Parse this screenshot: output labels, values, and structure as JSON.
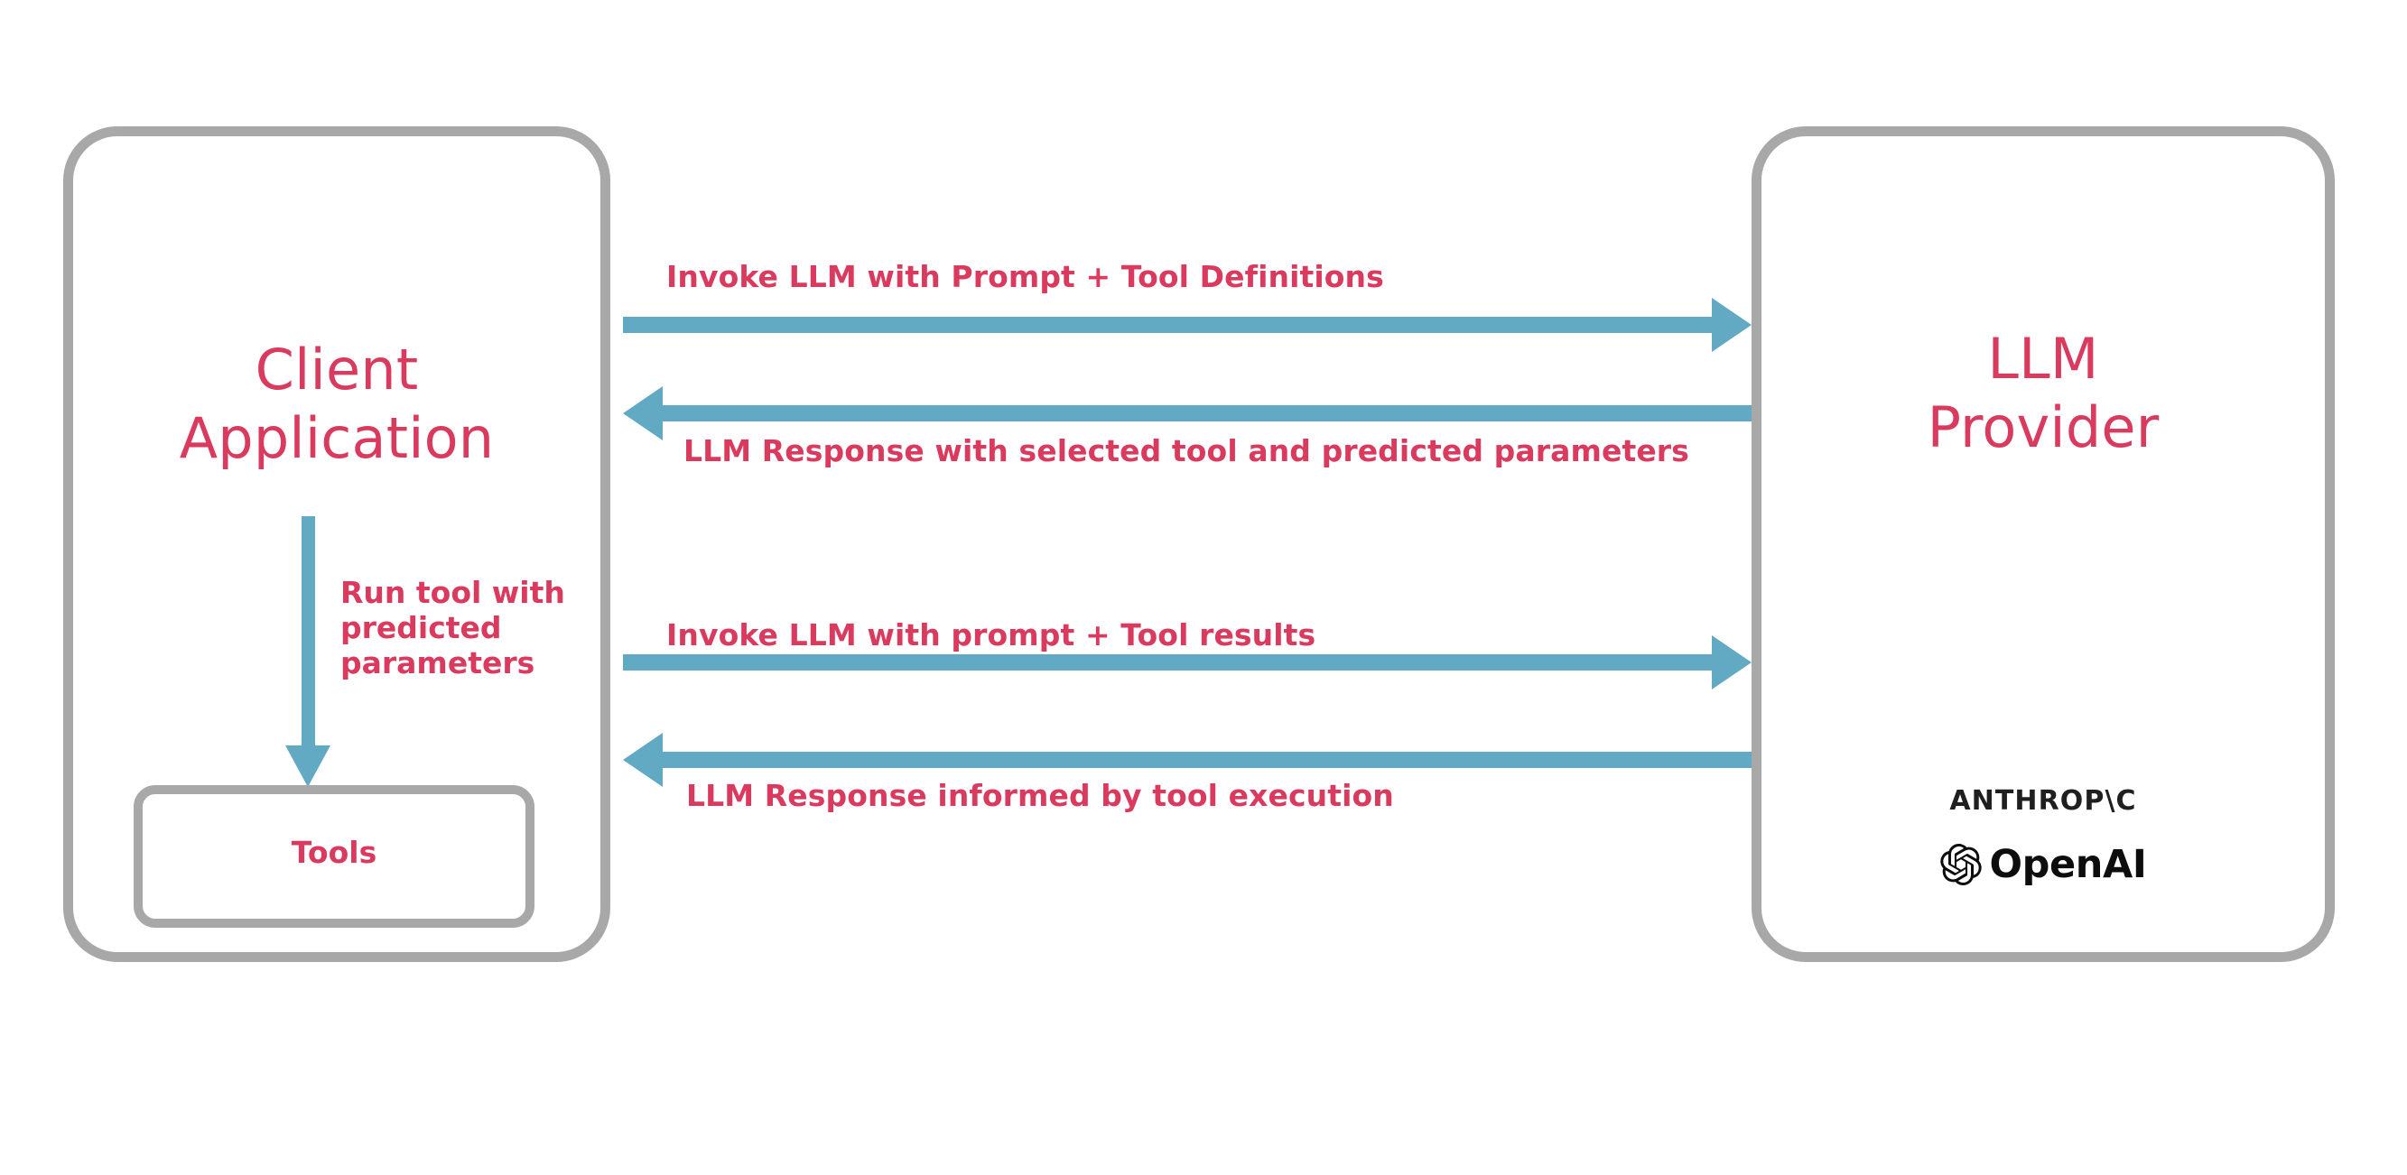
{
  "diagram": {
    "title": "LLM tool-calling sequence between client application and LLM provider",
    "colors": {
      "accent_text": "#d93a5e",
      "arrow": "#62aac4",
      "box_border": "#a8a8a8",
      "logo_text": "#1f1f1f",
      "background": "#ffffff"
    },
    "nodes": {
      "client": {
        "label": "Client\nApplication",
        "inner": {
          "label": "Tools"
        }
      },
      "provider": {
        "label": "LLM\nProvider",
        "logos": [
          {
            "name": "anthropic-logo",
            "text": "ANTHROP\\C"
          },
          {
            "name": "openai-logo",
            "text": "OpenAI"
          }
        ]
      }
    },
    "edges": [
      {
        "id": "invoke-1",
        "label": "Invoke LLM with Prompt + Tool Definitions",
        "direction": "right",
        "from": "client",
        "to": "provider"
      },
      {
        "id": "response-1",
        "label": "LLM Response with selected tool and predicted parameters",
        "direction": "left",
        "from": "provider",
        "to": "client"
      },
      {
        "id": "run-tool",
        "label": "Run tool with\npredicted\nparameters",
        "direction": "down",
        "from": "client",
        "to": "tools"
      },
      {
        "id": "invoke-2",
        "label": "Invoke LLM with prompt + Tool results",
        "direction": "right",
        "from": "client",
        "to": "provider"
      },
      {
        "id": "response-2",
        "label": "LLM Response informed by tool execution",
        "direction": "left",
        "from": "provider",
        "to": "client"
      }
    ]
  }
}
